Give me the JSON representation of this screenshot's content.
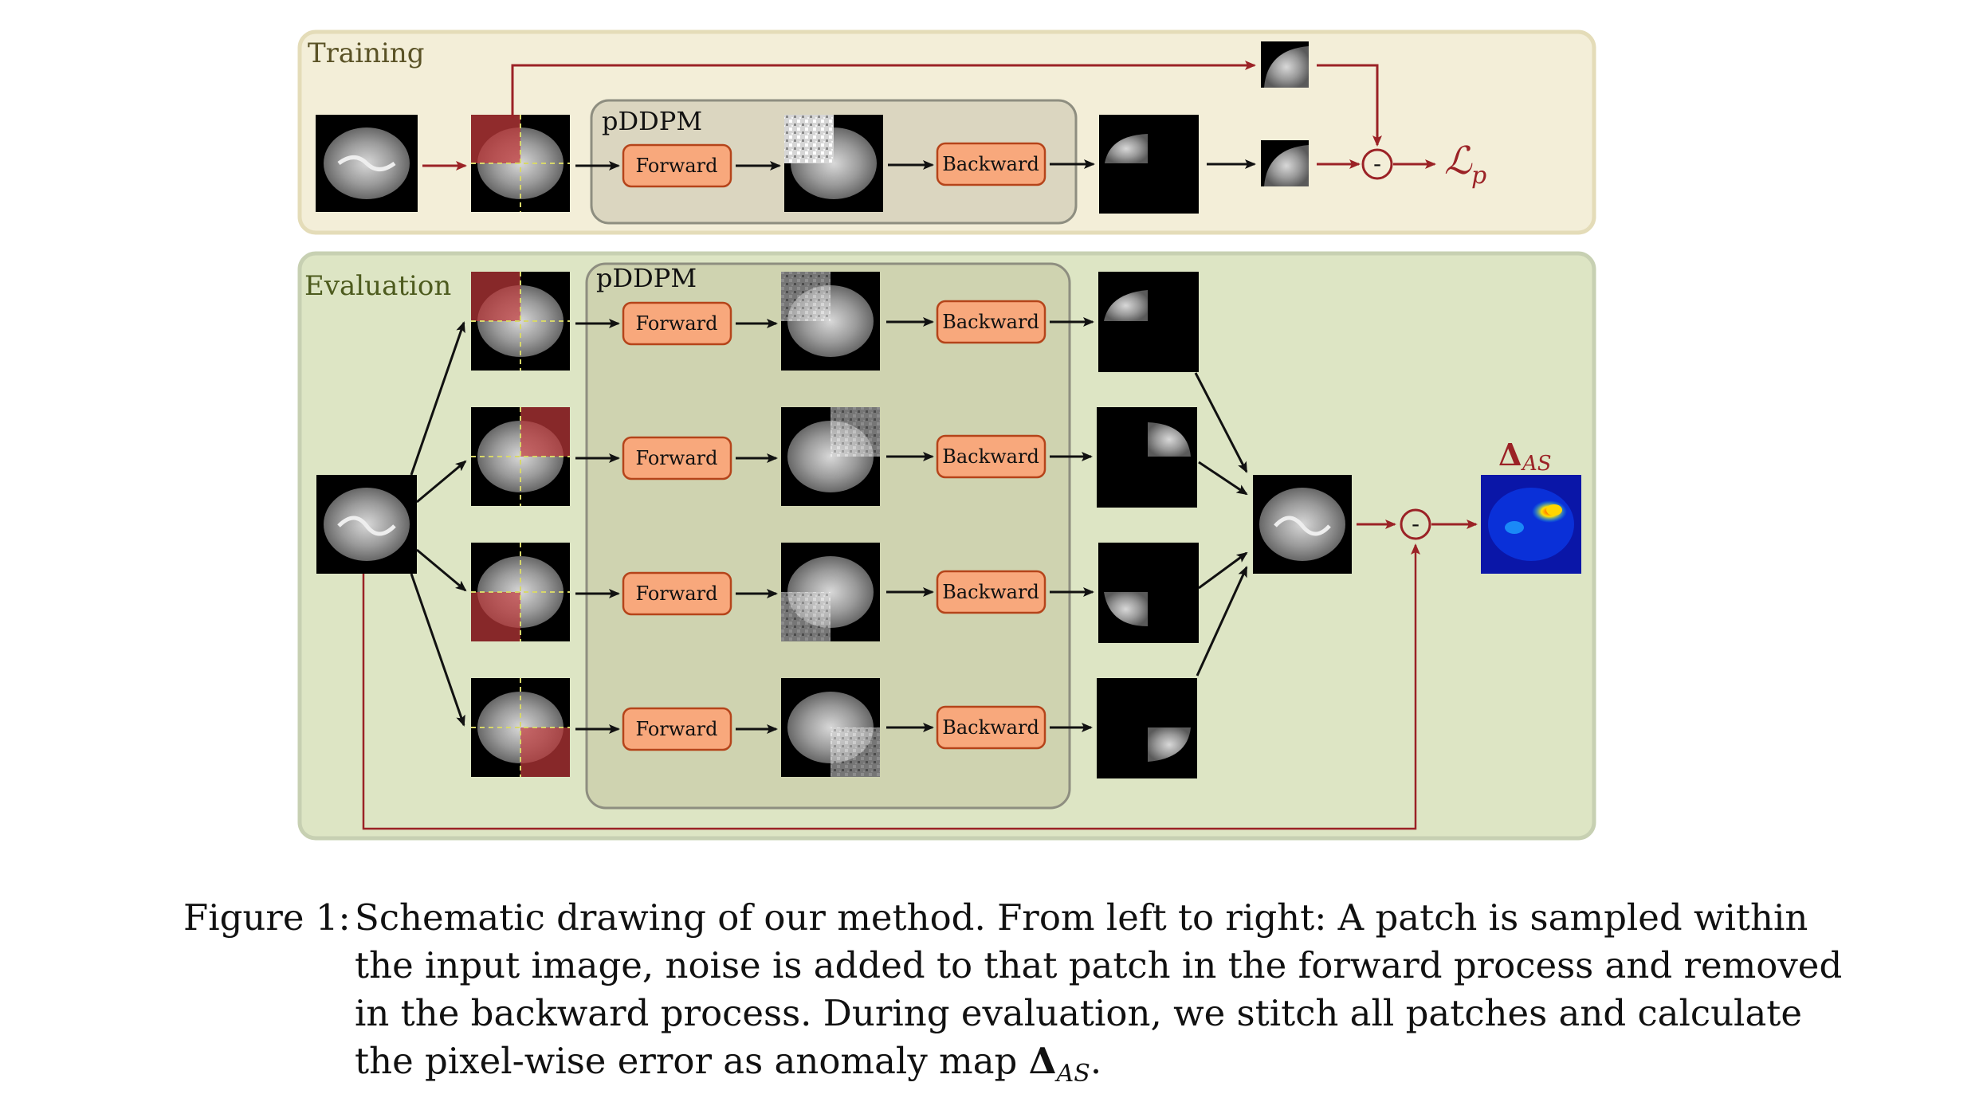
{
  "panels": {
    "training_label": "Training",
    "evaluation_label": "Evaluation"
  },
  "pddpm_label": "pDDPM",
  "forward_label": "Forward",
  "backward_label": "Backward",
  "minus_symbol": "-",
  "loss": {
    "symbol": "ℒ",
    "subscript": "p"
  },
  "anomaly_map": {
    "symbol": "Δ",
    "subscript": "AS"
  },
  "colors": {
    "training_bg": "#f3eed8",
    "training_border": "#e4dcb8",
    "evaluation_bg": "#dde5c4",
    "evaluation_border": "#c7d0b2",
    "pddpm_bg": "#cfcfb0",
    "pddpm_border": "#8e8e80",
    "process_fill": "#f8a87c",
    "process_border": "#b5441a",
    "red_arrow": "#9b2226",
    "patch_overlay": "#c0393b"
  },
  "caption": {
    "number": "Figure 1:",
    "lines": [
      "Schematic drawing of our method. From left to right: A patch is sampled within",
      "the input image, noise is added to that patch in the forward process and removed",
      "in the backward process. During evaluation, we stitch all patches and calculate",
      "the pixel-wise error as anomaly map"
    ],
    "symbol": "Δ",
    "subscript": "AS",
    "end": "."
  }
}
